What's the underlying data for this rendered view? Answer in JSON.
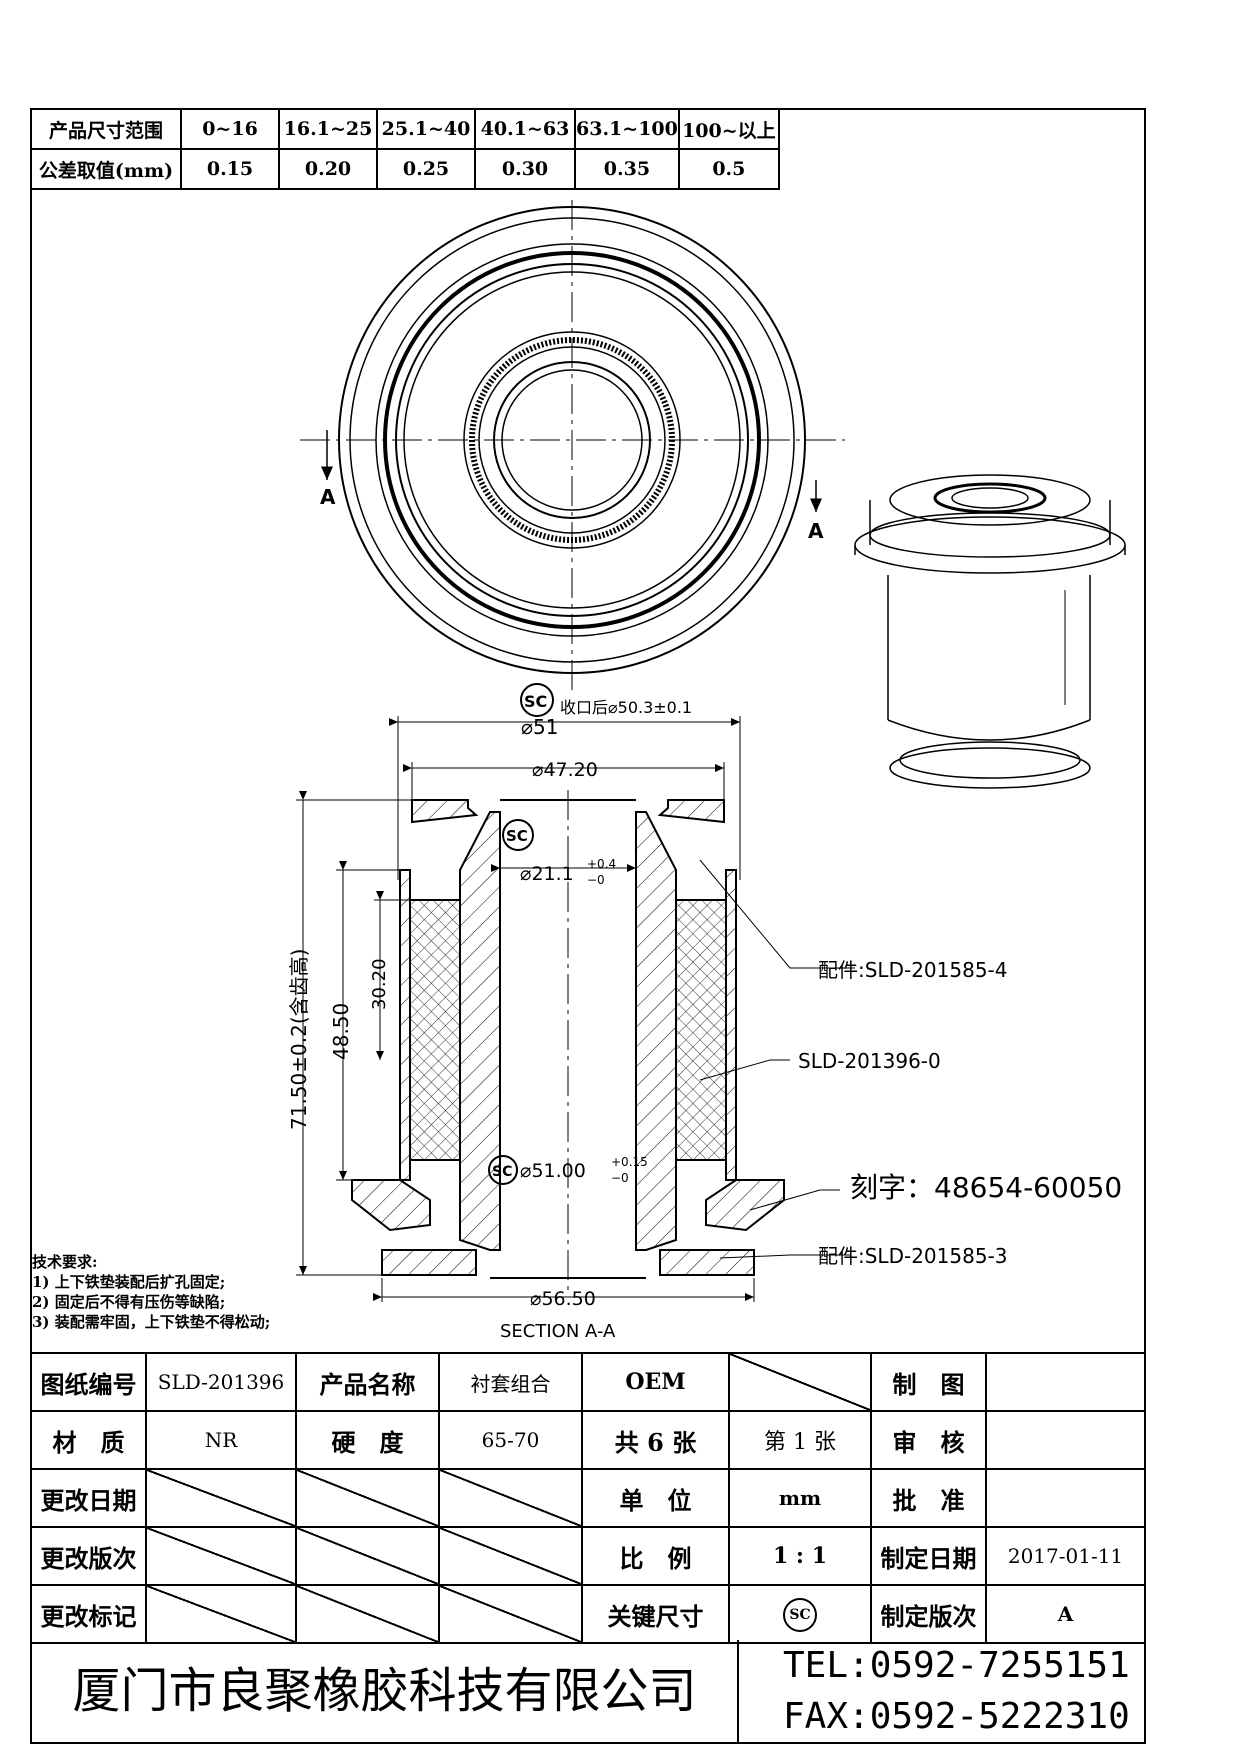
{
  "tolerance_table": {
    "row1_label": "产品尺寸范围",
    "ranges": [
      "0~16",
      "16.1~25",
      "25.1~40",
      "40.1~63",
      "63.1~100",
      "100~以上"
    ],
    "row2_label": "公差取值(mm)",
    "values": [
      "0.15",
      "0.20",
      "0.25",
      "0.30",
      "0.35",
      "0.5"
    ]
  },
  "drawing": {
    "section_mark": "A",
    "section_title": "SECTION A-A",
    "sc": "SC",
    "crimp_note": "收口后⌀50.3±0.1",
    "dim_d51": "⌀51",
    "dim_d47": "⌀47.20",
    "dim_d21": "⌀21.1",
    "dim_d21_tol_upper": "+0.4",
    "dim_d21_tol_lower": "−0",
    "dim_d51_fit": "⌀51.00",
    "dim_d51_fit_upper": "+0.15",
    "dim_d51_fit_lower": "−0",
    "dim_d56": "⌀56.50",
    "dim_h71": "71.50±0.2(含齿高)",
    "dim_h48": "48.50",
    "dim_h30": "30.20",
    "callout_part4": "配件:SLD-201585-4",
    "callout_main": "SLD-201396-0",
    "callout_engrave": "刻字：48654-60050",
    "callout_part3": "配件:SLD-201585-3"
  },
  "tech_requirements": {
    "heading": "技术要求:",
    "items": [
      "1) 上下铁垫装配后扩孔固定;",
      "2) 固定后不得有压伤等缺陷;",
      "3) 装配需牢固，上下铁垫不得松动;"
    ]
  },
  "title_block": {
    "drawing_no_label": "图纸编号",
    "drawing_no": "SLD-201396",
    "product_name_label": "产品名称",
    "product_name": "衬套组合",
    "customer": "OEM",
    "draw_label": "制　图",
    "material_label": "材　质",
    "material": "NR",
    "hardness_label": "硬　度",
    "hardness": "65-70",
    "sheets_total": "共 6 张",
    "sheet_no": "第 1 张",
    "review_label": "审　核",
    "change_date_label": "更改日期",
    "unit_label": "单　位",
    "unit": "mm",
    "approve_label": "批　准",
    "change_ver_label": "更改版次",
    "scale_label": "比　例",
    "scale": "1 : 1",
    "issue_date_label": "制定日期",
    "issue_date": "2017-01-11",
    "change_mark_label": "更改标记",
    "key_dim_label": "关键尺寸",
    "key_dim_symbol": "SC",
    "version_label": "制定版次",
    "version": "A"
  },
  "company": {
    "name": "厦门市良聚橡胶科技有限公司",
    "tel": "TEL:0592-7255151",
    "fax": "FAX:0592-5222310"
  }
}
